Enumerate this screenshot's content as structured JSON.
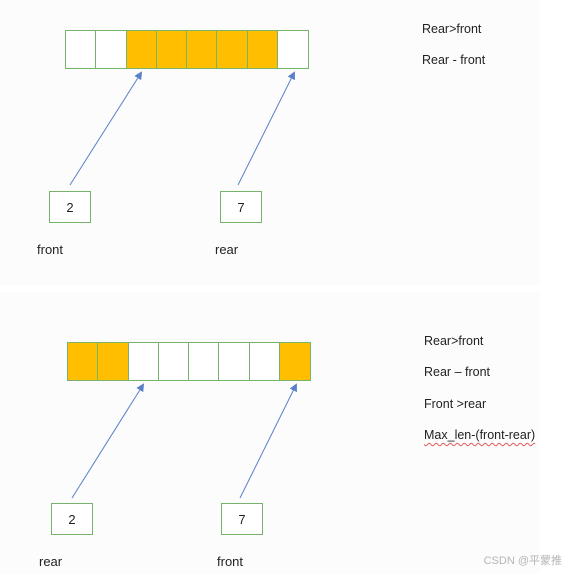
{
  "top": {
    "cells": [
      false,
      false,
      true,
      true,
      true,
      true,
      true,
      false
    ],
    "front_value": "2",
    "rear_value": "7",
    "front_label": "front",
    "rear_label": "rear",
    "notes": [
      "Rear>front",
      "Rear - front"
    ]
  },
  "bottom": {
    "cells": [
      true,
      true,
      false,
      false,
      false,
      false,
      false,
      true
    ],
    "left_value": "2",
    "right_value": "7",
    "left_label": "rear",
    "right_label": "front",
    "notes": [
      "Rear>front",
      "Rear – front",
      "Front >rear",
      "Max_len-(front-rear)"
    ]
  },
  "watermark": "CSDN @平蒙推",
  "colors": {
    "filled": "#ffbf00",
    "border": "#78b36b",
    "arrow": "#5b7fc7"
  }
}
